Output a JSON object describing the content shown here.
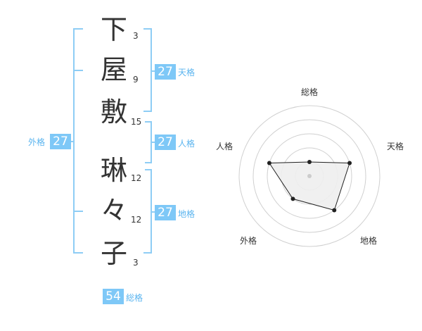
{
  "name": {
    "chars": [
      {
        "char": "下",
        "strokes": "3"
      },
      {
        "char": "屋",
        "strokes": "9"
      },
      {
        "char": "敷",
        "strokes": "15"
      },
      {
        "char": "琳",
        "strokes": "12"
      },
      {
        "char": "々",
        "strokes": "12"
      },
      {
        "char": "子",
        "strokes": "3"
      }
    ]
  },
  "kaku": {
    "tenkaku": {
      "value": "27",
      "label": "天格"
    },
    "jinkaku": {
      "value": "27",
      "label": "人格"
    },
    "chikaku": {
      "value": "27",
      "label": "地格"
    },
    "gaikaku": {
      "value": "27",
      "label": "外格"
    },
    "soukaku": {
      "value": "54",
      "label": "総格"
    }
  },
  "radar": {
    "labels": {
      "top": "総格",
      "upper_right": "天格",
      "lower_right": "地格",
      "lower_left": "外格",
      "upper_left": "人格"
    },
    "max": 5,
    "order": [
      "総格",
      "天格",
      "地格",
      "外格",
      "人格"
    ],
    "values": [
      1,
      3,
      3,
      2,
      3
    ],
    "colors": {
      "grid": "#d0d0d0",
      "fill": "#eeeeee",
      "stroke": "#222222",
      "point": "#222222",
      "center": "#cccccc"
    }
  }
}
